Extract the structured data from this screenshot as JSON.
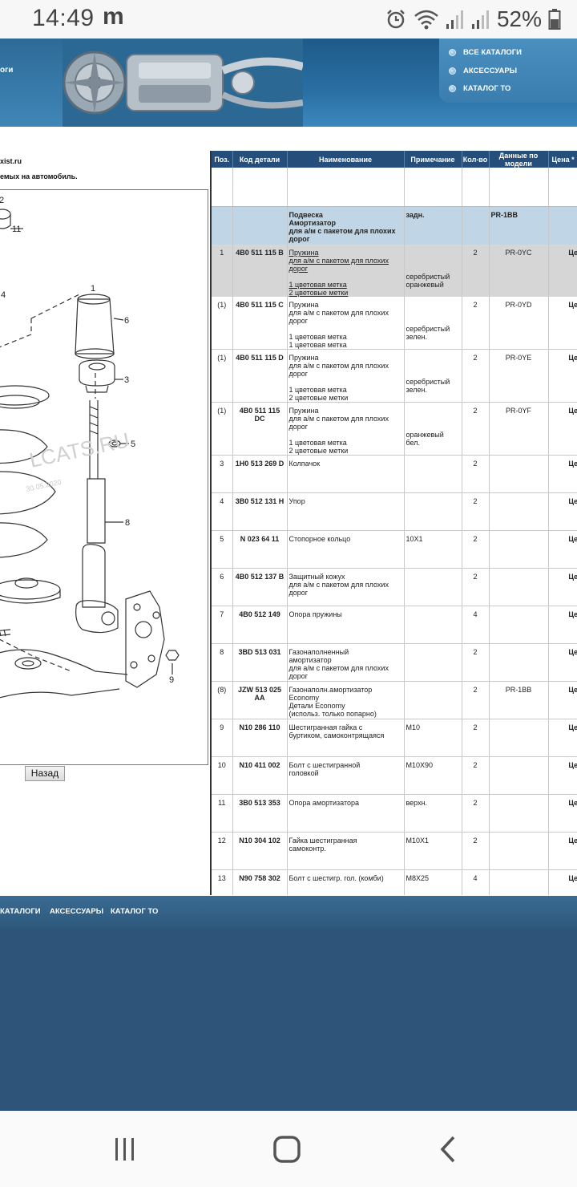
{
  "status_bar": {
    "time": "14:49",
    "app_letter": "m",
    "battery_percent": "52%",
    "icons": [
      "alarm-icon",
      "wifi-icon",
      "signal-icon",
      "signal-icon",
      "battery-icon"
    ]
  },
  "header": {
    "left_fragment": "оги",
    "menu": [
      "ВСЕ КАТАЛОГИ",
      "АКСЕССУАРЫ",
      "КАТАЛОГ ТО"
    ]
  },
  "left_pane": {
    "site_fragment": "xist.ru",
    "note_fragment": "емых на автомобиль.",
    "back_button": "Назад",
    "watermark": "LCATS.RU",
    "watermark_date": "30.05.2020",
    "callouts": [
      "2",
      "11",
      "4",
      "1",
      "6",
      "3",
      "5",
      "8",
      "9"
    ]
  },
  "table": {
    "columns": [
      "Поз.",
      "Код детали",
      "Наименование",
      "Примечание",
      "Кол-во",
      "Данные по модели",
      "Цена *"
    ],
    "group": {
      "name_lines": [
        "Подвеска",
        "Амортизатор",
        "для а/м с пакетом для плохих",
        "дорог"
      ],
      "note": "задн.",
      "model": "PR-1BB"
    },
    "rows": [
      {
        "pos": "1",
        "code": "4B0 511 115 B",
        "name_lines": [
          "Пружина",
          "для а/м с пакетом для плохих",
          "дорог",
          "",
          "1 цветовая метка",
          "2 цветовые метки"
        ],
        "note_lines": [
          "",
          "",
          "",
          "серебристый",
          "оранжевый"
        ],
        "qty": "2",
        "model": "PR-0YC",
        "price": "Цена"
      },
      {
        "pos": "(1)",
        "code": "4B0 511 115 C",
        "name_lines": [
          "Пружина",
          "для а/м с пакетом для плохих",
          "дорог",
          "",
          "1 цветовая метка",
          "1 цветовая метка"
        ],
        "note_lines": [
          "",
          "",
          "",
          "серебристый",
          "зелен."
        ],
        "qty": "2",
        "model": "PR-0YD",
        "price": "Цена"
      },
      {
        "pos": "(1)",
        "code": "4B0 511 115 D",
        "name_lines": [
          "Пружина",
          "для а/м с пакетом для плохих",
          "дорог",
          "",
          "1 цветовая метка",
          "2 цветовые метки"
        ],
        "note_lines": [
          "",
          "",
          "",
          "серебристый",
          "зелен."
        ],
        "qty": "2",
        "model": "PR-0YE",
        "price": "Цена"
      },
      {
        "pos": "(1)",
        "code": "4B0 511 115 DC",
        "name_lines": [
          "Пружина",
          "для а/м с пакетом для плохих",
          "дорог",
          "",
          "1 цветовая метка",
          "2 цветовые метки"
        ],
        "note_lines": [
          "",
          "",
          "",
          "оранжевый",
          "бел."
        ],
        "qty": "2",
        "model": "PR-0YF",
        "price": "Цена"
      },
      {
        "pos": "3",
        "code": "1H0 513 269 D",
        "name_lines": [
          "Колпачок"
        ],
        "note_lines": [],
        "qty": "2",
        "model": "",
        "price": "Цена"
      },
      {
        "pos": "4",
        "code": "3B0 512 131 H",
        "name_lines": [
          "Упор"
        ],
        "note_lines": [],
        "qty": "2",
        "model": "",
        "price": "Цена"
      },
      {
        "pos": "5",
        "code": "N 023 64 11",
        "name_lines": [
          "Стопорное кольцо"
        ],
        "note_lines": [
          "10X1"
        ],
        "qty": "2",
        "model": "",
        "price": "Цена"
      },
      {
        "pos": "6",
        "code": "4B0 512 137 B",
        "name_lines": [
          "Защитный кожух",
          "для а/м с пакетом для плохих",
          "дорог"
        ],
        "note_lines": [],
        "qty": "2",
        "model": "",
        "price": "Цена"
      },
      {
        "pos": "7",
        "code": "4B0 512 149",
        "name_lines": [
          "Опора пружины"
        ],
        "note_lines": [],
        "qty": "4",
        "model": "",
        "price": "Цена"
      },
      {
        "pos": "8",
        "code": "3BD 513 031",
        "name_lines": [
          "Газонаполненный",
          "амортизатор",
          "для а/м с пакетом для плохих",
          "дорог"
        ],
        "note_lines": [],
        "qty": "2",
        "model": "",
        "price": "Цена"
      },
      {
        "pos": "(8)",
        "code": "JZW 513 025 AA",
        "name_lines": [
          "Газонаполн.амортизатор",
          "Economy",
          "Детали Economy",
          "(использ. только попарно)"
        ],
        "note_lines": [],
        "qty": "2",
        "model": "PR-1BB",
        "price": "Цена"
      },
      {
        "pos": "9",
        "code": "N10 286 110",
        "name_lines": [
          "Шестигранная гайка с",
          "буртиком, самоконтрящаяся"
        ],
        "note_lines": [
          "M10"
        ],
        "qty": "2",
        "model": "",
        "price": "Цена"
      },
      {
        "pos": "10",
        "code": "N10 411 002",
        "name_lines": [
          "Болт с шестигранной",
          "головкой"
        ],
        "note_lines": [
          "M10X90"
        ],
        "qty": "2",
        "model": "",
        "price": "Цена"
      },
      {
        "pos": "11",
        "code": "3B0 513 353",
        "name_lines": [
          "Опора амортизатора"
        ],
        "note_lines": [
          "верхн."
        ],
        "qty": "2",
        "model": "",
        "price": "Цена"
      },
      {
        "pos": "12",
        "code": "N10 304 102",
        "name_lines": [
          "Гайка шестигранная",
          "самоконтр."
        ],
        "note_lines": [
          "M10X1"
        ],
        "qty": "2",
        "model": "",
        "price": "Цена"
      },
      {
        "pos": "13",
        "code": "N90 758 302",
        "name_lines": [
          "Болт с шестигр. гол. (комби)"
        ],
        "note_lines": [
          "M8X25"
        ],
        "qty": "4",
        "model": "",
        "price": "Цена"
      }
    ]
  },
  "bottom_nav": [
    "КАТАЛОГИ",
    "АКСЕССУАРЫ",
    "КАТАЛОГ ТО"
  ],
  "android_nav": [
    "recents-icon",
    "home-icon",
    "back-icon"
  ],
  "colors": {
    "header_blue": "#264e7a",
    "group_row": "#c0d6e6",
    "highlight_row": "#d6d6d6",
    "price_red": "#cc0000",
    "footer": "#2e5579"
  }
}
